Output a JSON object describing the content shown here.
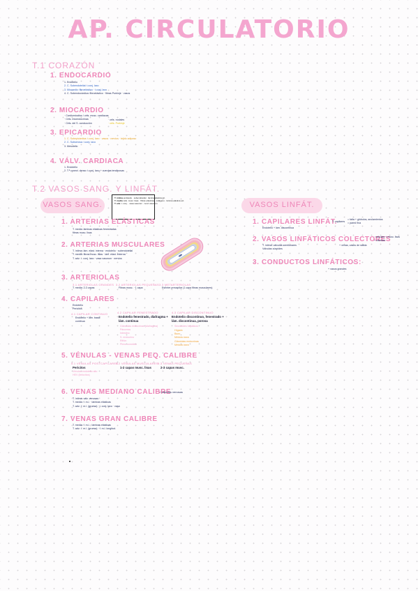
{
  "title": "AP. CIRCULATORIO",
  "t1": {
    "heading": "T.1 CORAZÓN",
    "endocardio": {
      "title": "1. ENDOCARDIO",
      "items": [
        "1. Endotelio",
        "2. C. Subendotelial: t.conj. laxo",
        "3. Miocardio: fibroelástico · t.conj. laxo",
        "4. C. Subendocárdica: fibroelástico · fibras Purkinje · vasos"
      ]
    },
    "miocardio": {
      "title": "2. MIOCARDIO",
      "items": [
        "· Cardiomiocitos / céls. musc. cardíacas",
        "· Céls. mioendocrinas",
        "· Céls. del S. conducción"
      ],
      "note1": "· céls. nodales",
      "note2": "· céls. Purkinje"
    },
    "epicardio": {
      "title": "3. EPICARDIO",
      "items": [
        "1. C. Subepicárdica: t.conj. laxo · vasos · nervios · tejido adiposo",
        "2. C. Subserosa: t.conj. laxo",
        "3. Mesotelio"
      ]
    },
    "valv": {
      "title": "4. VÁLV. CARDIACA",
      "items": [
        "1. Endotelio",
        "2. T.ª conect. denso: t.conj. laxo + cuerdas tendinosas"
      ]
    }
  },
  "t2": {
    "heading": "T.2 VASOS SANG. Y LINFÁT.",
    "vasos_sang": "VASOS SANG.",
    "vasos_linf": "VASOS LINFÁT.",
    "legend": [
      {
        "k": "T. íntima",
        "v": "endotelio · subendotelial · lámina elástica int."
      },
      {
        "k": "T. media",
        "v": "céls. musc. lisas · fibras elásticas · colágeno · lámina elástica ext."
      },
      {
        "k": "T. adv.",
        "v": "t. conj. · vasa vasorum · nervi vasorum"
      }
    ],
    "arterias_elasticas": {
      "title": "1. ARTERIAS ELÁSTICAS",
      "lines": [
        "T. media: láminas elásticas fenestradas",
        "fibras musc. lisas"
      ]
    },
    "arterias_musculares": {
      "title": "2. ARTERIAS MUSCULARES",
      "lines": [
        "T. íntima: lám. elást. interna · endotelio · subendotelial",
        "T. media: fibras musc. lisas · lám. elást. externa",
        "T. adv.: t. conj. laxo · vasa vasorum · nervios"
      ]
    },
    "arteriolas": {
      "title": "3. ARTERIOLAS",
      "cols": [
        {
          "sub": "3.1 ARTERIOLAS GRANDES",
          "txt": "T. media: 2-3 capas"
        },
        {
          "sub": "3.2 ARTERIOLAS PEQUEÑAS",
          "txt": "Fibras musc. · 1 capa"
        },
        {
          "sub": "3.3 METARTERIOLAS",
          "txt": "Esfínter precapilar (1 capa fibras musculares)"
        }
      ]
    },
    "capilares": {
      "title": "4. CAPILARES",
      "lines": [
        "Endotelio",
        "Pericitos"
      ],
      "cols": [
        {
          "sub": "4.1 CAPILAR CONTINUO",
          "txt": [
            "Endotelio + lám. basal",
            "continua"
          ],
          "pink": [],
          "orange": []
        },
        {
          "sub": "4.2 CAPILAR FENESTRADO",
          "txt": [
            "Endotelio fenestrado, diafragma +",
            "lám. continua"
          ],
          "pink": [
            "Glándulas endocrinas (diafragma)",
            "Páncreas",
            "Intestino",
            "S. endocrino",
            "Riñón",
            "Plexo coroideo"
          ],
          "orange": []
        },
        {
          "sub": "4.3 CAPILAR DISCONTINUO",
          "txt": [
            "Endotelio discontinuo, fenestrado +",
            "lám. discontinua, porosa"
          ],
          "pink": [
            "Sinusoides hepáticos"
          ],
          "orange": [
            "Hígado",
            "Bazo",
            "Médula ósea",
            "Glándulas endocrinas",
            "Médula ósea"
          ]
        }
      ]
    },
    "venulas": {
      "title": "5. VÉNULAS - VENAS PEQ. CALIBRE",
      "cols": [
        {
          "sub": "5.1 VÉNULAS POSTCAPILARES",
          "txt": "Pericitos",
          "pink": [
            "Vénulas endotelio alto",
            "HEV (linfocitos)"
          ]
        },
        {
          "sub": "5.2 VÉNULAS MUSCULARES",
          "txt": "1-2 capas musc. lisas",
          "pink": []
        },
        {
          "sub": "5.3 VENAS PEQUEÑAS",
          "txt": "2-3 capas musc.",
          "pink": []
        }
      ]
    },
    "venas_mediano": {
      "title": "6. VENAS MEDIANO CALIBRE",
      "extra": "+ válvulas venosas",
      "lines": [
        "T. íntima: válv. venosas",
        "T. media: f. m.l. · láminas elásticas",
        "T. adv.: f. m.l. (gruesa) · t. conj. laxo · vasa"
      ]
    },
    "venas_gran": {
      "title": "7. VENAS GRAN CALIBRE",
      "lines": [
        "T. media: f. m.l. · láminas elásticas",
        "T. adv.: f. m.l. (gruesa) · f. m.l. longitud."
      ]
    },
    "capilares_linf": {
      "title": "1. CAPILARES LINFÁT.",
      "line": "Endotelio + lám. discontinua",
      "side_label": "T. capilares",
      "side1": "= falta + glóbulos, anclamientos",
      "side2": "= pared fina"
    },
    "vasos_colectores": {
      "title": "2. VASOS LINFÁTICOS COLECTORES",
      "lines": [
        "T. íntima: válvulas semilunares",
        "Válvulas cúspides"
      ],
      "side1": "· válvulas + musc. lisas",
      "side2": "+ válvulas",
      "side3": "+ venas, vasos de salida"
    },
    "conductos": {
      "title": "3. CONDUCTOS LINFÁTICOS:",
      "line": "+ vasos grandes"
    }
  }
}
